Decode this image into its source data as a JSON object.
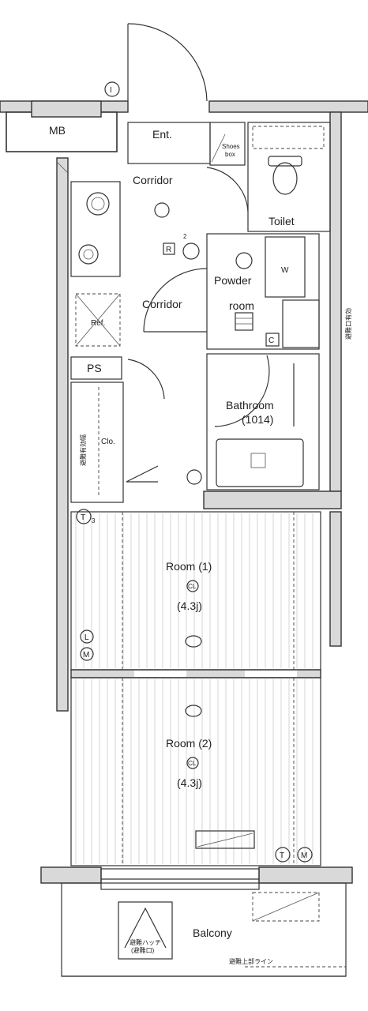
{
  "labels": {
    "mb": "MB",
    "entrance": "Ent.",
    "shoe_box_1": "Shoes",
    "shoe_box_2": "box",
    "corridor_top": "Corridor",
    "corridor_mid": "Corridor",
    "toilet": "Toilet",
    "powder_1": "Powder",
    "powder_2": "room",
    "washer": "W",
    "refrigerator": "Ref.",
    "ps": "PS",
    "closet": "Clo.",
    "bathroom": "Bathroom",
    "bathroom_size": "(1014)",
    "room1": "Room (1)",
    "room1_cl": "CL",
    "room1_size": "(4.3j)",
    "room2": "Room (2)",
    "room2_cl": "CL",
    "room2_size": "(4.3j)",
    "balcony": "Balcony",
    "refuge_hatch_1": "避難ハッチ",
    "refuge_hatch_2": "(避難口)",
    "balcony_line": "避難上部ライン",
    "side_wall_note": "避難口有効",
    "closet_note": "避難有効幅",
    "sym_i": "I",
    "sym_r": "R",
    "sym_r_num": "2",
    "sym_c": "C",
    "sym_l": "L",
    "sym_m": "M",
    "sym_t": "T",
    "sym_t_num": "3",
    "sym_m2": "M"
  },
  "colors": {
    "wall_fill": "#d9d9d9",
    "line": "#333333"
  }
}
